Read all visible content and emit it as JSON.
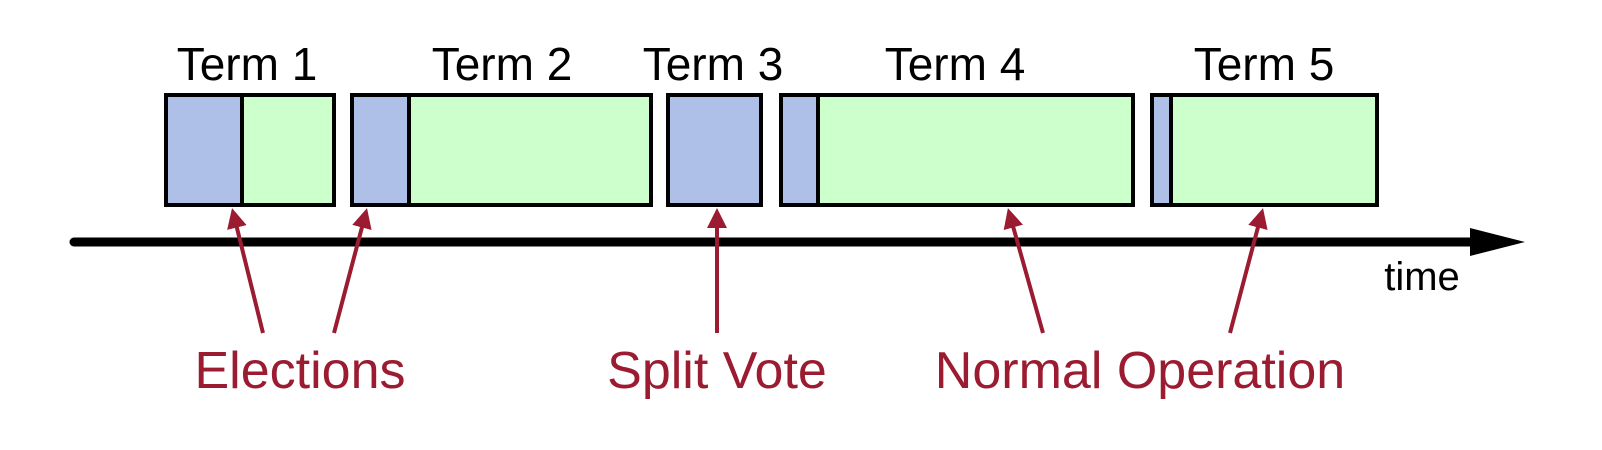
{
  "colors": {
    "election": "#aec0e8",
    "normal": "#ccffcc",
    "annotation": "#9b1b30",
    "outline": "#000000"
  },
  "terms": [
    {
      "label": "Term 1"
    },
    {
      "label": "Term 2"
    },
    {
      "label": "Term 3"
    },
    {
      "label": "Term 4"
    },
    {
      "label": "Term 5"
    }
  ],
  "axis": {
    "label": "time"
  },
  "annotations": {
    "elections": "Elections",
    "split_vote": "Split Vote",
    "normal_operation": "Normal Operation"
  }
}
